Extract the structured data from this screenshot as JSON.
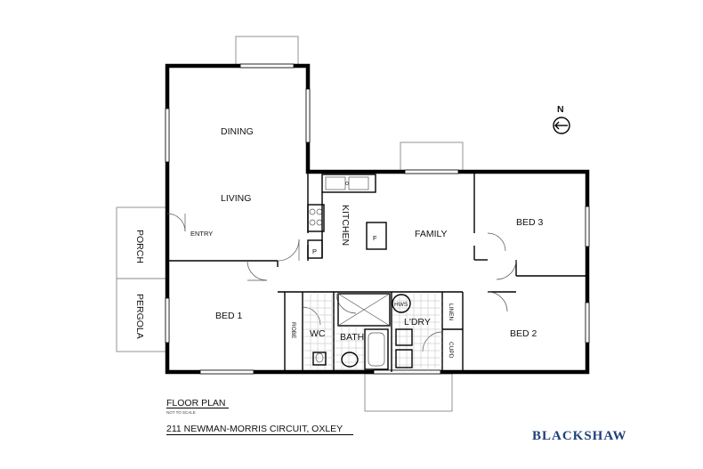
{
  "rooms": {
    "dining": "DINING",
    "living": "LIVING",
    "entry": "ENTRY",
    "porch": "PORCH",
    "pergola": "PERGOLA",
    "kitchen": "KITCHEN",
    "fridge": "F",
    "pantry": "P",
    "family": "FAMILY",
    "bed3": "BED 3",
    "bed2": "BED 2",
    "bed1": "BED 1",
    "robe": "ROBE",
    "wc": "WC",
    "bath": "BATH",
    "hws": "HWS",
    "laundry": "L'DRY",
    "linen": "LINEN",
    "cupboard": "CUPD"
  },
  "compass": {
    "north": "N"
  },
  "footer": {
    "title": "FLOOR PLAN",
    "note": "NOT TO SCALE",
    "address": "211 NEWMAN-MORRIS CIRCUIT, OXLEY"
  },
  "brand": {
    "name": "BLACKSHAW",
    "color": "#1f3f7a"
  }
}
